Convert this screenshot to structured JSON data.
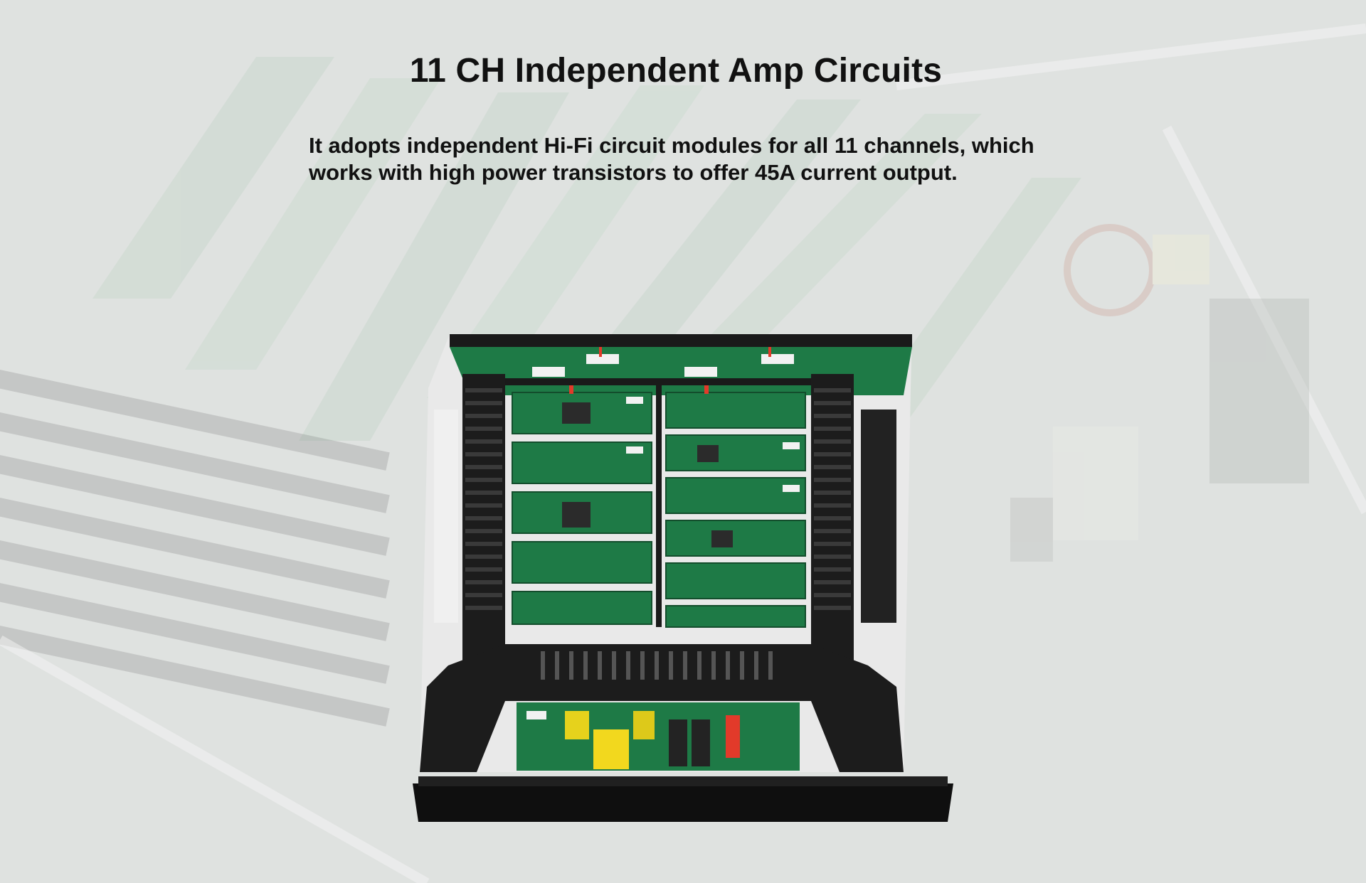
{
  "heading": "11 CH Independent Amp Circuits",
  "description_lines": [
    "It adopts independent Hi-Fi circuit modules for all 11 channels, which",
    "works with high power transistors to offer 45A current output."
  ],
  "colors": {
    "background": "#d7d9d8",
    "text": "#111111",
    "pcb_green": "#1e7a46",
    "chassis_black": "#1a1a1a"
  }
}
